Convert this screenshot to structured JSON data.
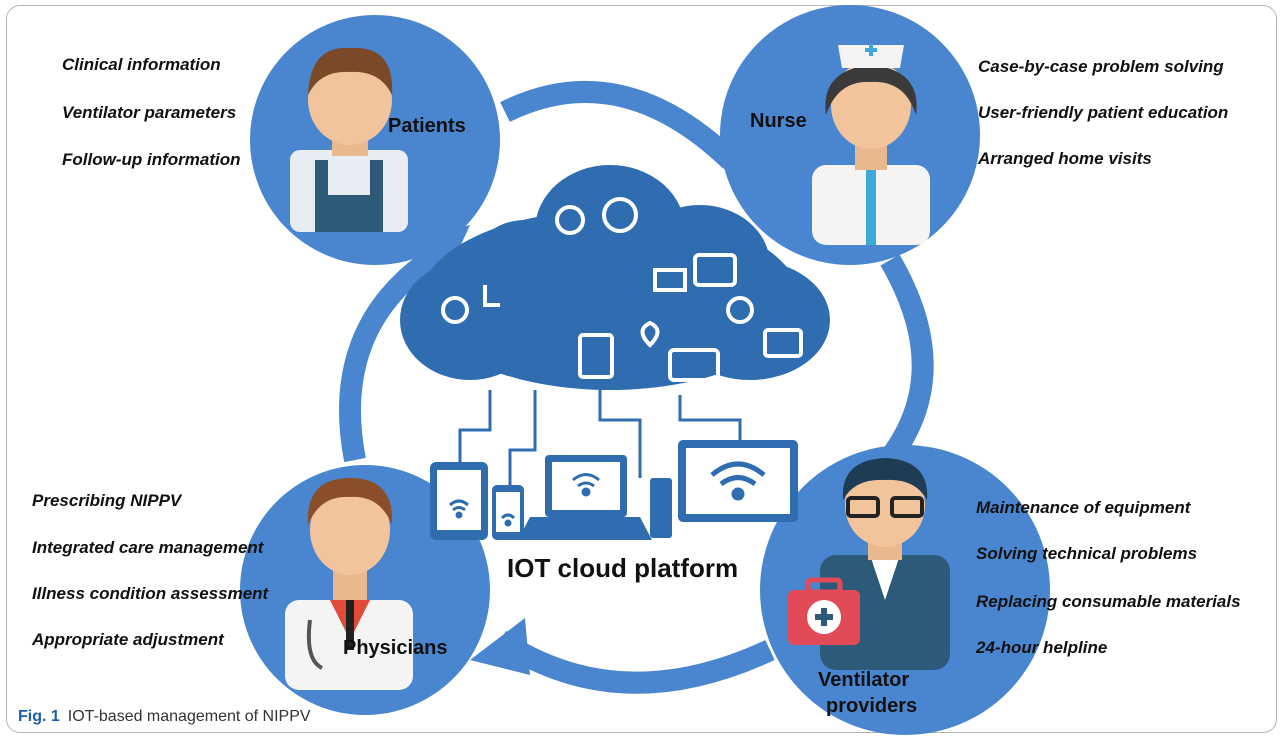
{
  "patients": {
    "label": "Patients",
    "items": [
      "Clinical information",
      "Ventilator parameters",
      "Follow-up information"
    ]
  },
  "nurse": {
    "label": "Nurse",
    "items": [
      "Case-by-case problem solving",
      "User-friendly patient education",
      "Arranged home visits"
    ]
  },
  "physicians": {
    "label": "Physicians",
    "items": [
      "Prescribing NIPPV",
      "Integrated care management",
      "Illness condition assessment",
      "Appropriate adjustment"
    ]
  },
  "providers": {
    "label_line1": "Ventilator",
    "label_line2": "providers",
    "items": [
      "Maintenance of equipment",
      "Solving technical problems",
      "Replacing consumable materials",
      "24-hour helpline"
    ]
  },
  "center": {
    "title": "IOT cloud platform"
  },
  "caption": {
    "fig": "Fig. 1",
    "text": "IOT-based management of NIPPV"
  },
  "colors": {
    "circle": "#4a86cf",
    "arrow": "#4a86cf",
    "cloud": "#2f6db0",
    "device": "#2f6db0"
  }
}
